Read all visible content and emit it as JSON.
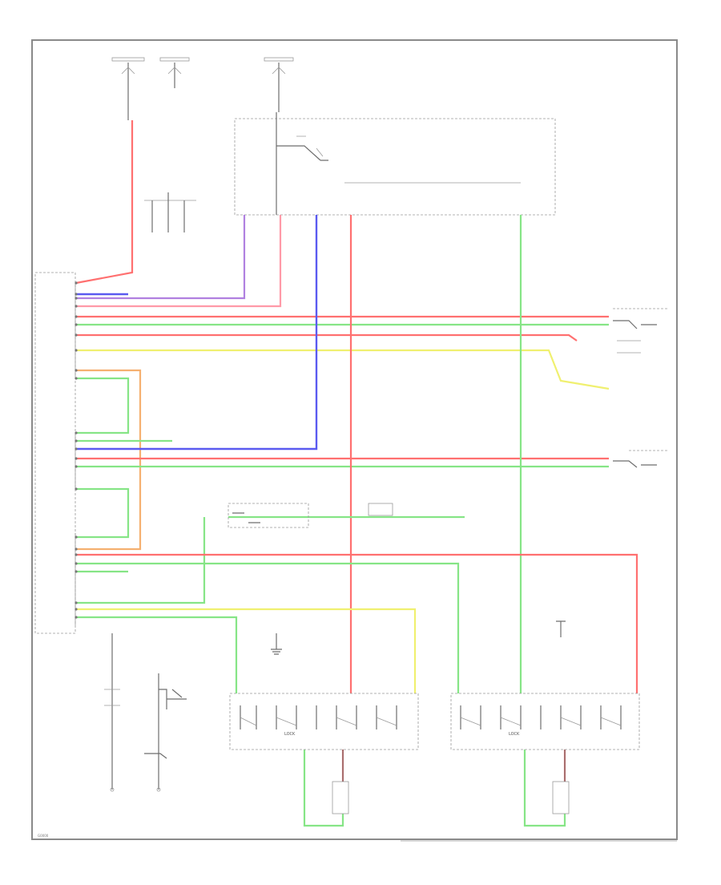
{
  "diagram": {
    "wire_colors": {
      "red": "#ff7070",
      "green": "#86e586",
      "blue": "#5a5af0",
      "purple": "#b080e0",
      "yellow": "#f0f070",
      "orange": "#f5b070",
      "pink": "#ff9aa8",
      "black": "#6e6e6e",
      "gray": "#9a9a9a"
    },
    "labels": {
      "footer_mark": "G0000",
      "lock_left": "LOCK",
      "lock_right": "LOCK"
    }
  }
}
